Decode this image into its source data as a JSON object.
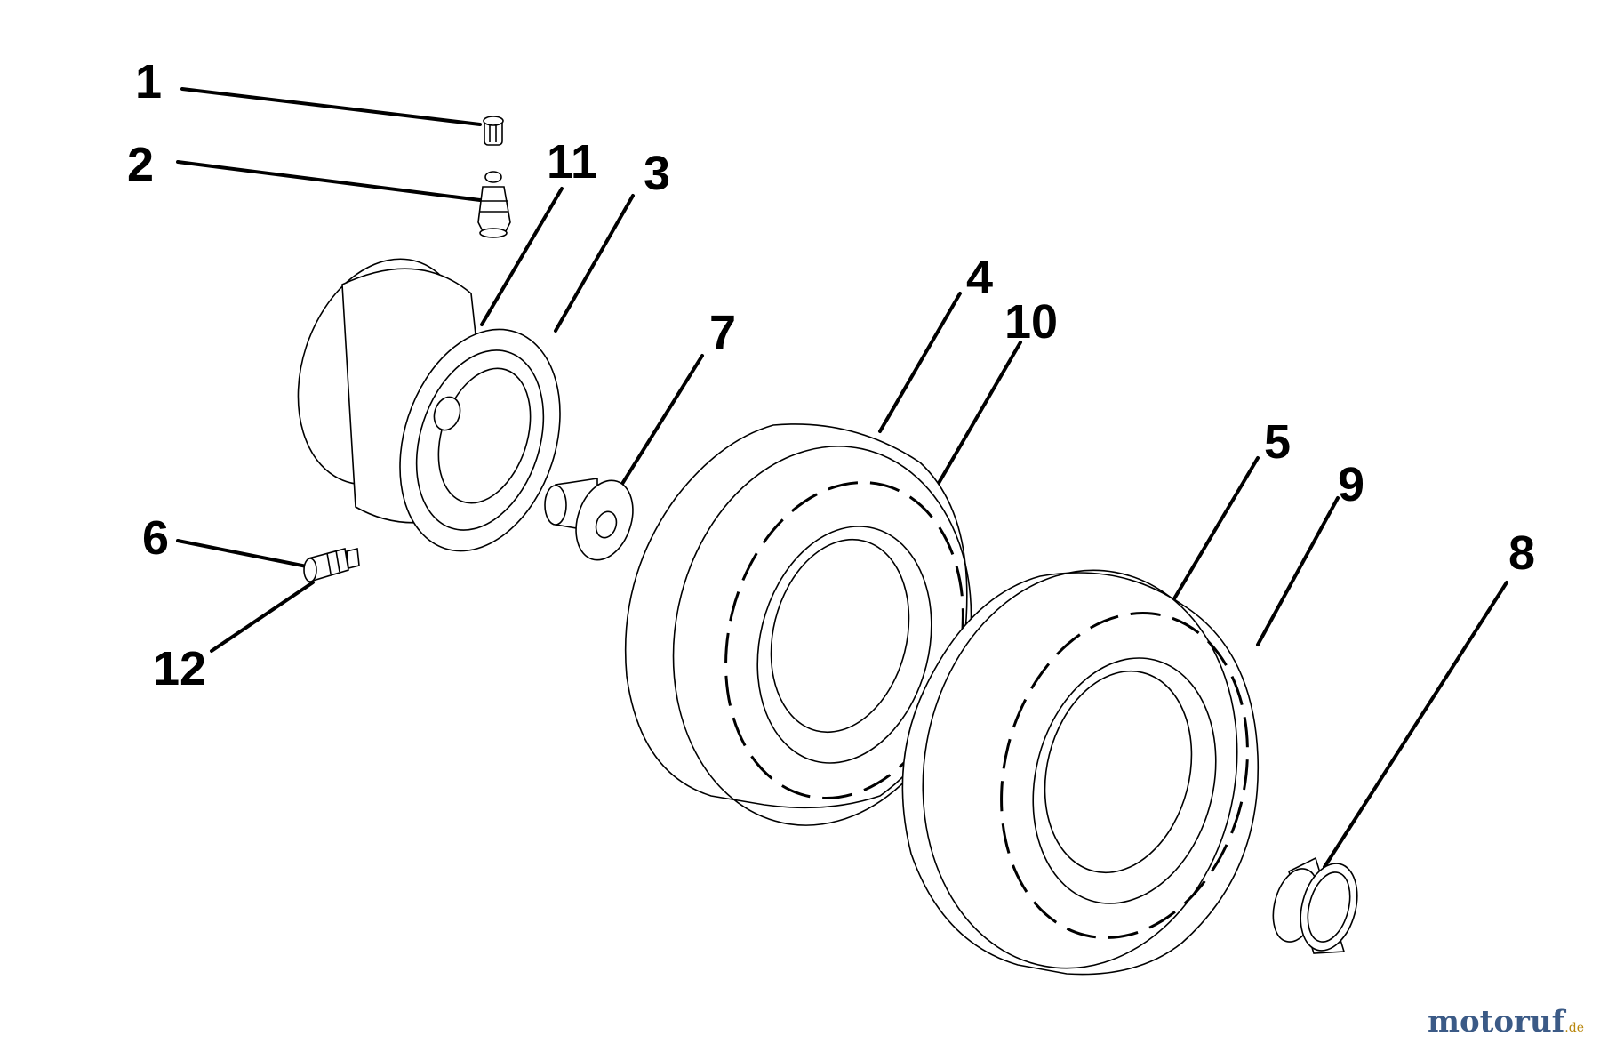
{
  "callouts": {
    "c1": "1",
    "c2": "2",
    "c3": "3",
    "c4": "4",
    "c5": "5",
    "c6": "6",
    "c7": "7",
    "c8": "8",
    "c9": "9",
    "c10": "10",
    "c11": "11",
    "c12": "12"
  },
  "watermark": {
    "brand": "motoruf",
    "tld": ".de"
  },
  "colors": {
    "line": "#000000",
    "background": "#ffffff",
    "watermark_brand": "#3b5a86",
    "watermark_tld": "#b8860b"
  }
}
